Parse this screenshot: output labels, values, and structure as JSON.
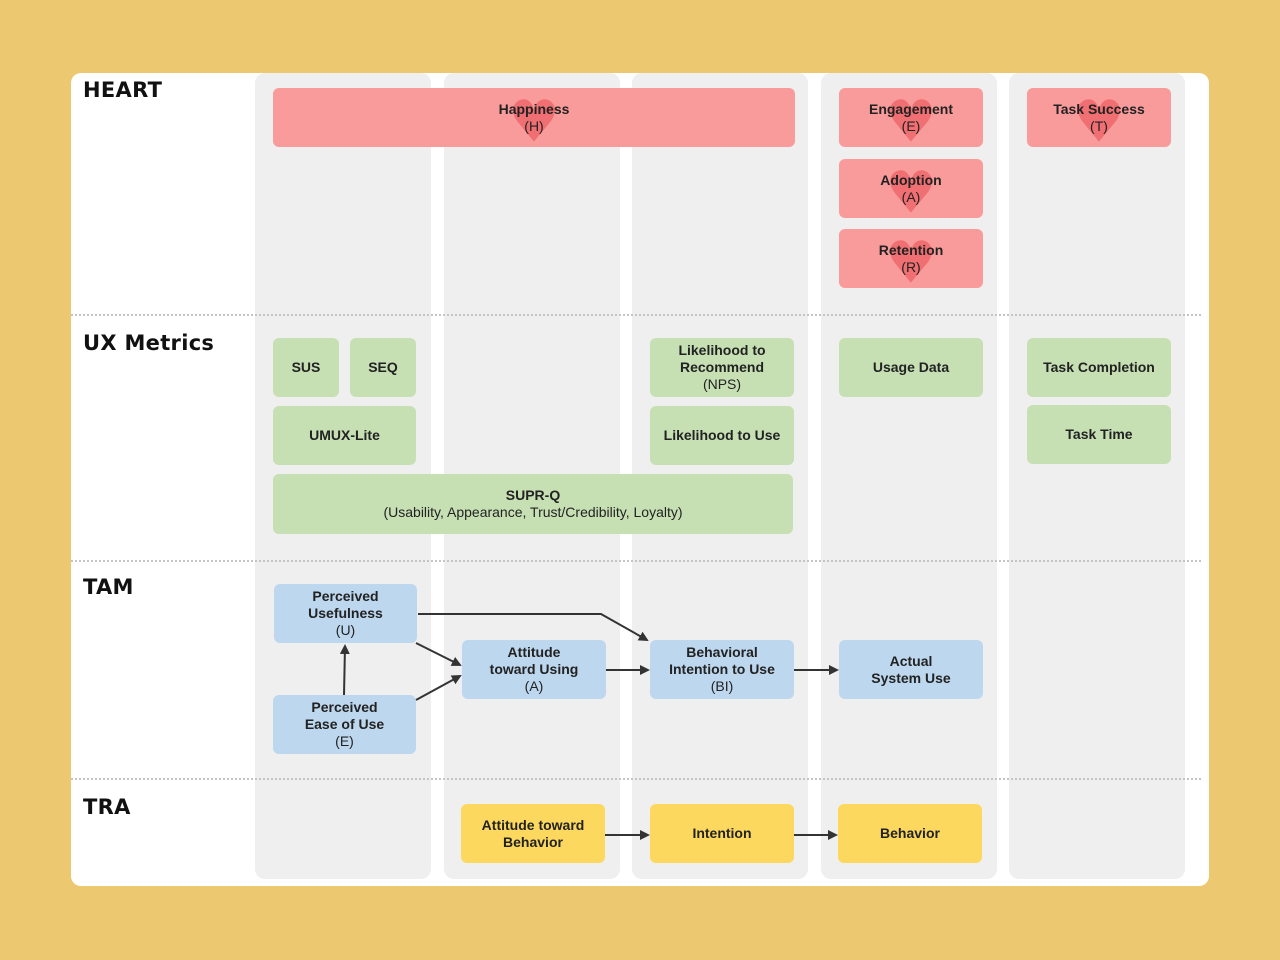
{
  "rows": {
    "heart": "HEART",
    "ux_metrics": "UX Metrics",
    "tam": "TAM",
    "tra": "TRA"
  },
  "heart": {
    "happiness": {
      "title": "Happiness",
      "code": "(H)"
    },
    "engagement": {
      "title": "Engagement",
      "code": "(E)"
    },
    "adoption": {
      "title": "Adoption",
      "code": "(A)"
    },
    "retention": {
      "title": "Retention",
      "code": "(R)"
    },
    "task_success": {
      "title": "Task Success",
      "code": "(T)"
    }
  },
  "ux_metrics": {
    "sus": "SUS",
    "seq": "SEQ",
    "umux_lite": "UMUX-Lite",
    "supr_q": {
      "title": "SUPR-Q",
      "detail": "(Usability, Appearance, Trust/Credibility, Loyalty)"
    },
    "nps": {
      "line1": "Likelihood to",
      "line2": "Recommend",
      "code": "(NPS)"
    },
    "likelihood_to_use": "Likelihood to Use",
    "usage_data": "Usage Data",
    "task_completion": "Task Completion",
    "task_time": "Task Time"
  },
  "tam": {
    "perceived_usefulness": {
      "line1": "Perceived",
      "line2": "Usefulness",
      "code": "(U)"
    },
    "perceived_ease": {
      "line1": "Perceived",
      "line2": "Ease of Use",
      "code": "(E)"
    },
    "attitude": {
      "line1": "Attitude",
      "line2": "toward Using",
      "code": "(A)"
    },
    "behavioral_intention": {
      "line1": "Behavioral",
      "line2": "Intention to Use",
      "code": "(BI)"
    },
    "actual_use": {
      "line1": "Actual",
      "line2": "System Use"
    }
  },
  "tra": {
    "attitude": {
      "line1": "Attitude toward",
      "line2": "Behavior"
    },
    "intention": "Intention",
    "behavior": "Behavior"
  },
  "colors": {
    "heart": "#f99b9a",
    "ux_metrics": "#c6e0b4",
    "tam": "#bdd7ee",
    "tra": "#fcd85e",
    "background": "#ecc970"
  }
}
